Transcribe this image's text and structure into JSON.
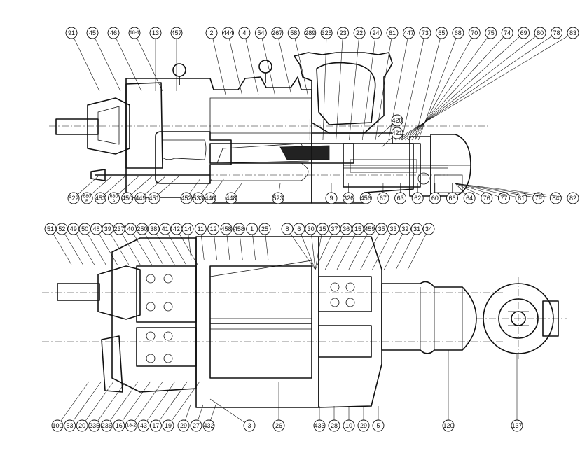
{
  "drawing": {
    "upper_labels_top": [
      "91",
      "45",
      "46",
      "18-1",
      "13",
      "457",
      "2",
      "444",
      "4",
      "54",
      "267",
      "58",
      "289",
      "325",
      "23",
      "22",
      "24",
      "61",
      "447",
      "73",
      "65",
      "68",
      "70",
      "75",
      "74",
      "69",
      "80",
      "78",
      "83"
    ],
    "upper_labels_bottom": [
      "522",
      "680 B",
      "453",
      "680 A",
      "450",
      "449",
      "451",
      "452",
      "533",
      "446",
      "448",
      "523",
      "9",
      "326",
      "456",
      "67",
      "63",
      "62",
      "60",
      "66",
      "64",
      "76",
      "77",
      "81",
      "79",
      "84",
      "82"
    ],
    "upper_labels_side": [
      "420",
      "421"
    ],
    "lower_labels_top": [
      "51",
      "52",
      "49",
      "50",
      "48",
      "39",
      "237",
      "40",
      "250",
      "38",
      "41",
      "42",
      "14",
      "11",
      "12",
      "458",
      "458",
      "1",
      "25",
      "8",
      "6",
      "30",
      "15",
      "37",
      "36",
      "15",
      "459",
      "35",
      "33",
      "32",
      "31",
      "34"
    ],
    "lower_labels_bottom": [
      "100",
      "53",
      "20",
      "235",
      "236",
      "16",
      "18-2",
      "43",
      "17",
      "19",
      "29",
      "27",
      "432",
      "3",
      "26",
      "433",
      "28",
      "10",
      "29",
      "5",
      "120",
      "137"
    ]
  }
}
